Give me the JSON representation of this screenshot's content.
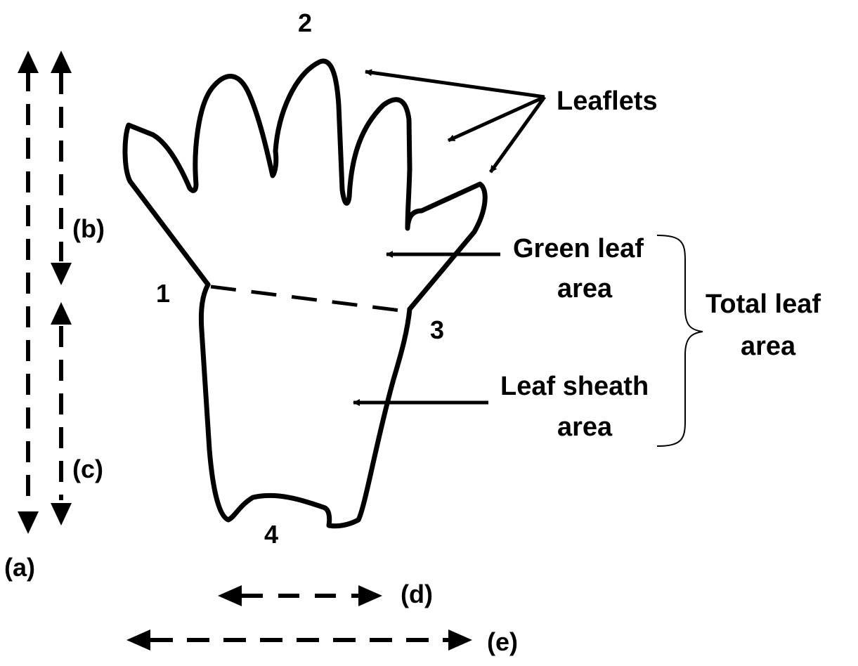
{
  "points": {
    "p1": "1",
    "p2": "2",
    "p3": "3",
    "p4": "4"
  },
  "dimensions": {
    "a": "(a)",
    "b": "(b)",
    "c": "(c)",
    "d": "(d)",
    "e": "(e)"
  },
  "callouts": {
    "leaflets": "Leaflets",
    "green_leaf_area_line1": "Green leaf",
    "green_leaf_area_line2": "area",
    "leaf_sheath_area_line1": "Leaf sheath",
    "leaf_sheath_area_line2": "area",
    "total_leaf_area_line1": "Total leaf",
    "total_leaf_area_line2": "area"
  },
  "colors": {
    "ink": "#000000",
    "background": "#ffffff"
  }
}
